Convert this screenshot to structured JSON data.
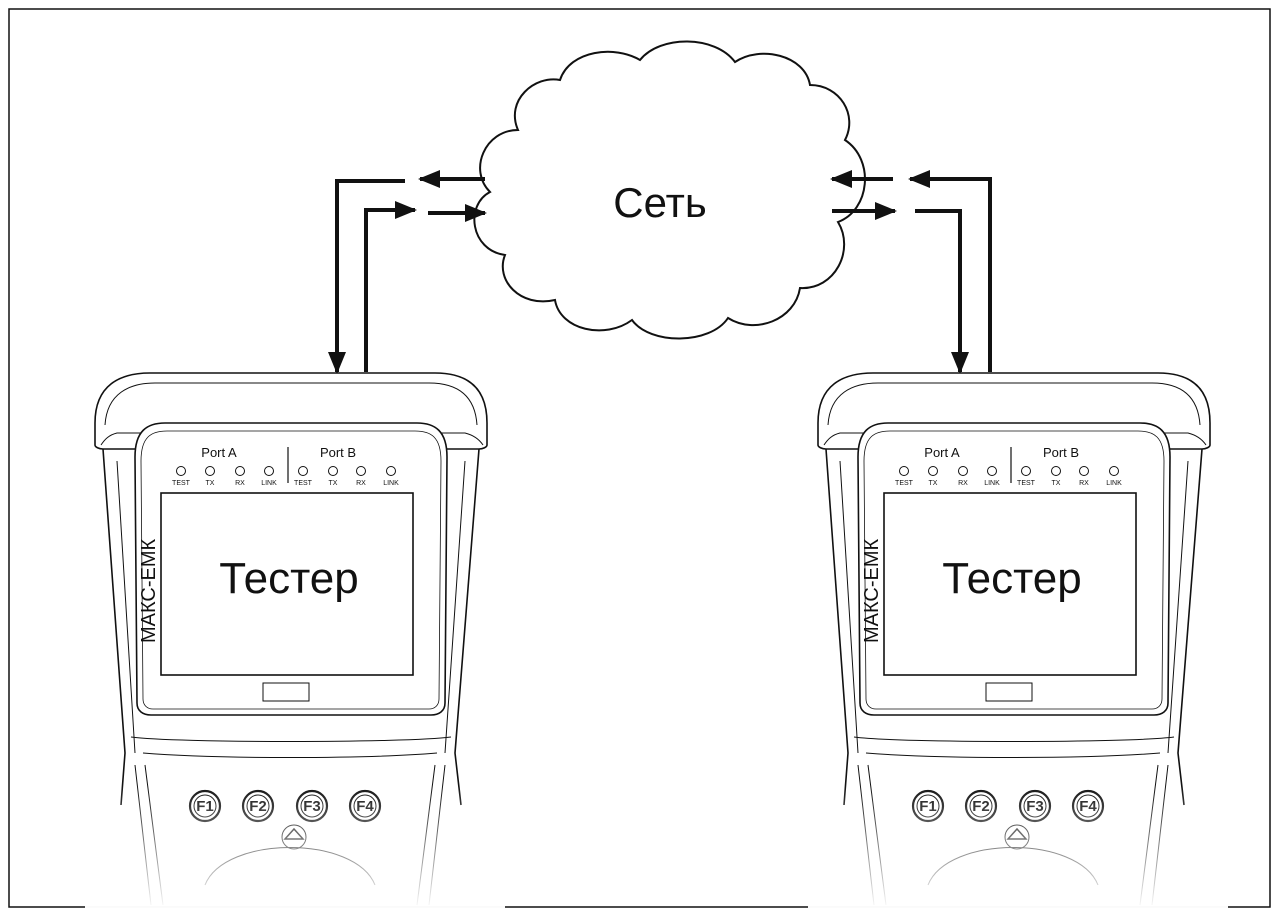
{
  "network": {
    "label": "Сеть"
  },
  "devices": [
    {
      "id": "left",
      "screen_text": "Тестер",
      "brand": "МАКС-ЕМК",
      "port_a_label": "Port A",
      "port_b_label": "Port B",
      "leds": [
        "TEST",
        "TX",
        "RX",
        "LINK",
        "TEST",
        "TX",
        "RX",
        "LINK"
      ],
      "keys": [
        "F1",
        "F2",
        "F3",
        "F4"
      ]
    },
    {
      "id": "right",
      "screen_text": "Тестер",
      "brand": "МАКС-ЕМК",
      "port_a_label": "Port A",
      "port_b_label": "Port B",
      "leds": [
        "TEST",
        "TX",
        "RX",
        "LINK",
        "TEST",
        "TX",
        "RX",
        "LINK"
      ],
      "keys": [
        "F1",
        "F2",
        "F3",
        "F4"
      ]
    }
  ],
  "colors": {
    "line": "#111111",
    "background": "#ffffff",
    "device_gray": "#cccccc"
  }
}
